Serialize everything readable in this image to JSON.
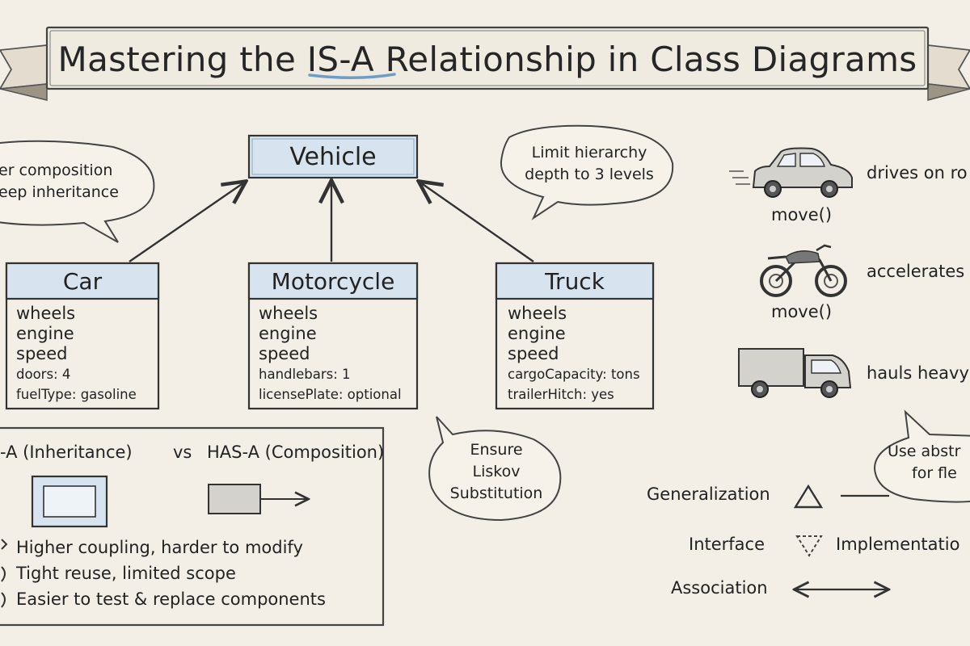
{
  "title": "Mastering the IS-A Relationship in Class Diagrams",
  "classes": {
    "vehicle": {
      "name": "Vehicle"
    },
    "car": {
      "name": "Car",
      "attrs": [
        "wheels",
        "engine",
        "speed"
      ],
      "extras": [
        "doors: 4",
        "fuelType: gasoline"
      ]
    },
    "motorcycle": {
      "name": "Motorcycle",
      "attrs": [
        "wheels",
        "engine",
        "speed"
      ],
      "extras": [
        "handlebars: 1",
        "licensePlate: optional"
      ]
    },
    "truck": {
      "name": "Truck",
      "attrs": [
        "wheels",
        "engine",
        "speed"
      ],
      "extras": [
        "cargoCapacity: tons",
        "trailerHitch: yes"
      ]
    }
  },
  "bubbles": {
    "composition": [
      "er composition",
      "eep inheritance"
    ],
    "hierarchy": [
      "Limit hierarchy",
      "depth to 3 levels"
    ],
    "liskov": [
      "Ensure",
      "Liskov",
      "Substitution"
    ],
    "abstraction": [
      "Use abstr",
      "for fle"
    ]
  },
  "polymorphism": {
    "car": {
      "method": "move()",
      "desc": "drives on ro"
    },
    "motorcycle": {
      "method": "move()",
      "desc": "accelerates"
    },
    "truck": {
      "desc": "hauls heavy"
    }
  },
  "comparison": {
    "heading_left": "-A (Inheritance)",
    "heading_vs": "vs",
    "heading_right": "HAS-A (Composition)",
    "points": [
      "Higher coupling, harder to modify",
      "Tight reuse, limited scope",
      "Easier to test & replace components"
    ]
  },
  "legend": {
    "generalization": "Generalization",
    "interface": "Interface",
    "implementation": "Implementatio",
    "association": "Association"
  },
  "colors": {
    "background": "#f3efe6",
    "header_fill": "#d7e4ef",
    "ink": "#2c2c2c",
    "accent": "#7ea6cc"
  }
}
